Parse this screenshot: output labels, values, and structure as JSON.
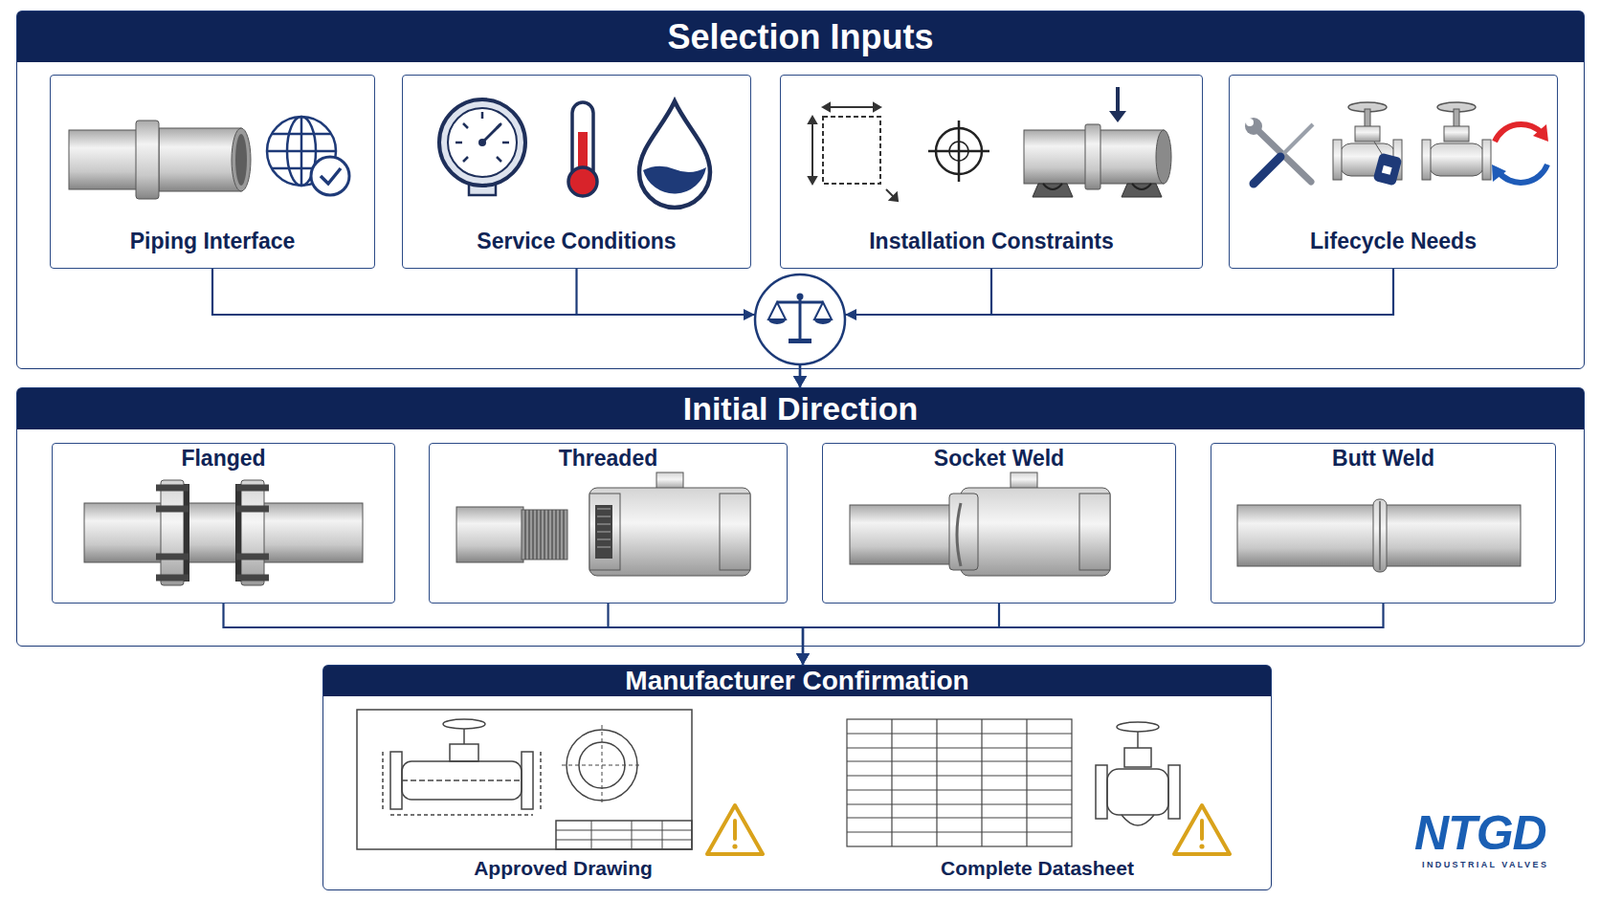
{
  "diagram": {
    "nodes": [
      {
        "text": [
          "Selection Inputs"
        ]
      },
      {
        "text": [
          "Piping Interface"
        ],
        "in": 0
      },
      {
        "text": [
          "Service Conditions"
        ],
        "in": 0
      },
      {
        "text": [
          "Installation Constraints"
        ],
        "in": 0
      },
      {
        "text": [
          "Lifecycle Needs"
        ],
        "in": 0
      },
      {
        "text": [
          "Initial Direction"
        ]
      },
      {
        "text": [
          "Flanged"
        ],
        "in": 5
      },
      {
        "text": [
          "Threaded"
        ],
        "in": 5
      },
      {
        "text": [
          "Socket Weld"
        ],
        "in": 5
      },
      {
        "text": [
          "Butt Weld"
        ],
        "in": 5
      },
      {
        "text": [
          "Manufacturer Confirmation"
        ]
      },
      {
        "text": [
          "Approved Drawing"
        ],
        "in": 10
      },
      {
        "text": [
          "Complete Datasheet"
        ],
        "in": 10
      }
    ],
    "edges": [
      {
        "from": 1,
        "to": 5,
        "arrow": "to"
      },
      {
        "from": 2,
        "to": 5,
        "arrow": "to"
      },
      {
        "from": 3,
        "to": 5,
        "arrow": "to"
      },
      {
        "from": 4,
        "to": 5,
        "arrow": "to"
      },
      {
        "from": 6,
        "to": 10,
        "arrow": "to"
      },
      {
        "from": 7,
        "to": 10,
        "arrow": "to"
      },
      {
        "from": 8,
        "to": 10,
        "arrow": "to"
      },
      {
        "from": 9,
        "to": 10,
        "arrow": "to"
      }
    ],
    "labels": [
      "NTGD",
      "INDUSTRIAL VALVES"
    ]
  }
}
